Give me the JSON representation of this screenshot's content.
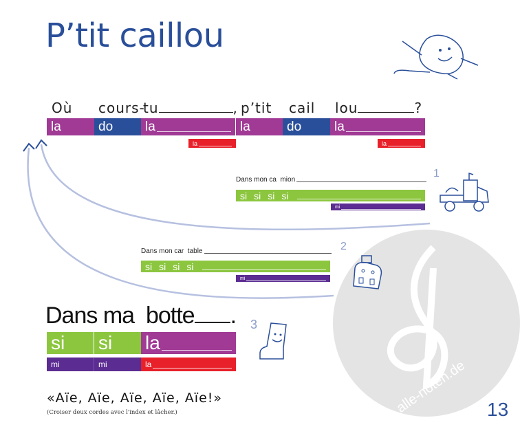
{
  "title": "P’tit caillou",
  "verse1": {
    "lyrics": [
      "Où",
      "cours-",
      "tu",
      ",",
      "p’tit",
      "cail",
      "lou",
      "?"
    ],
    "notes": [
      "la",
      "do",
      "la",
      "la",
      "do",
      "la"
    ],
    "low_notes": [
      "la",
      "la"
    ]
  },
  "verse2": {
    "number": "1",
    "lyrics": "Dans mon ca  mion",
    "notes": [
      "si",
      "si",
      "si",
      "si"
    ],
    "low_note": "mi"
  },
  "verse3": {
    "number": "2",
    "lyrics": "Dans mon car  table",
    "notes": [
      "si",
      "si",
      "si",
      "si"
    ],
    "low_note": "mi"
  },
  "verse4": {
    "number": "3",
    "lyrics": "Dans ma  botte",
    "punct": ".",
    "notes": [
      "si",
      "si",
      "la"
    ],
    "low_notes": [
      "mi",
      "mi",
      "la"
    ]
  },
  "exclamation": "«Aïe, Aïe, Aïe, Aïe, Aïe!»",
  "instruction": "(Croiser deux cordes avec l'index et lâcher.)",
  "page_number": "13",
  "watermark": "alle-noten.de",
  "colors": {
    "title": "#2a4f9a",
    "la": "#a03a95",
    "do": "#2a4f9a",
    "si": "#8cc63f",
    "mi": "#5b2c91",
    "low_la": "#e8202a"
  }
}
